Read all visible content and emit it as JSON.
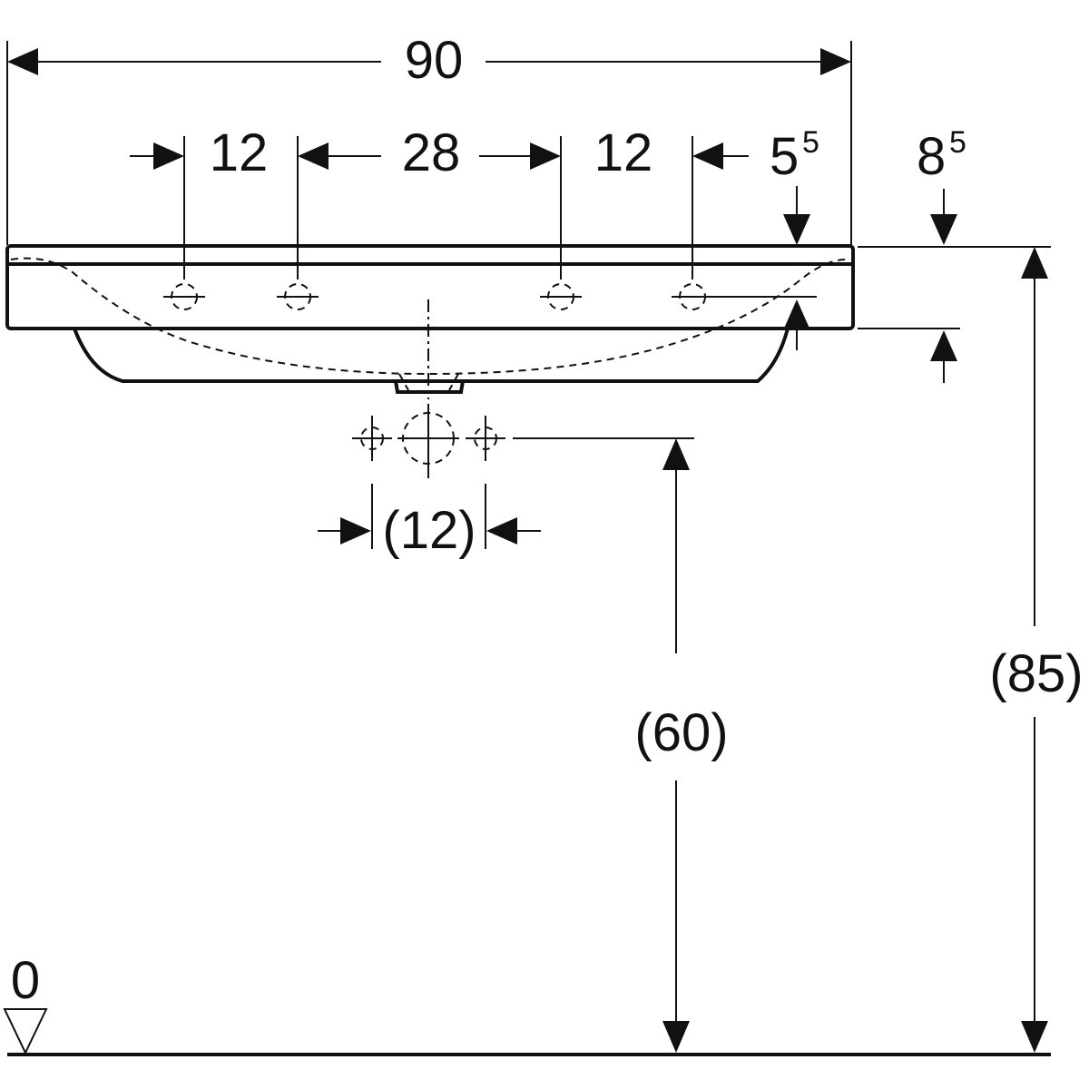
{
  "drawing": {
    "dimensions": {
      "overall_width": "90",
      "left_offset": "12",
      "center_spacing": "28",
      "right_offset": "12",
      "hole_depth_main": "5",
      "hole_depth_sup": "5",
      "rim_height_main": "8",
      "rim_height_sup": "5",
      "waste_spacing": "(12)",
      "waste_height": "(60)",
      "total_height": "(85)",
      "floor_level": "0"
    },
    "colors": {
      "line": "#111111",
      "background": "#ffffff"
    }
  }
}
